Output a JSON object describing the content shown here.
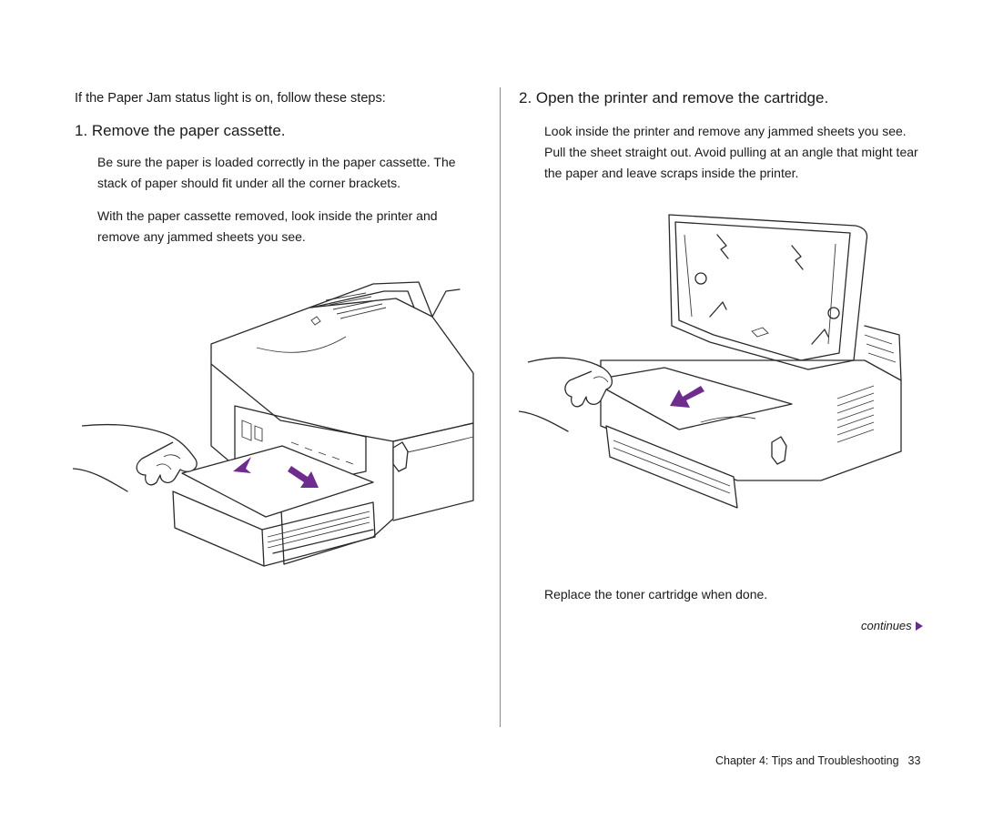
{
  "intro": "If the Paper Jam status light is on, follow these steps:",
  "step1": {
    "title": "1.  Remove the paper cassette.",
    "para1": "Be sure the paper is loaded correctly in the paper cassette. The stack of paper should fit under all the corner brackets.",
    "para2": "With the paper cassette removed, look inside the printer and remove any jammed sheets you see."
  },
  "step2": {
    "title": "2.  Open the printer and remove the cartridge.",
    "para1": "Look inside the printer and remove any jammed sheets you see. Pull the sheet straight out. Avoid pulling at an angle that might tear the paper and leave scraps inside the printer.",
    "caption": "Replace the toner cartridge when done."
  },
  "continues": "continues",
  "footer": {
    "chapter": "Chapter 4: Tips and Troubleshooting",
    "page": "33"
  },
  "colors": {
    "arrow": "#6e2c8e",
    "text": "#1a1a1a",
    "divider": "#8a8a8a"
  },
  "icons": [
    "continue-triangle-icon"
  ]
}
